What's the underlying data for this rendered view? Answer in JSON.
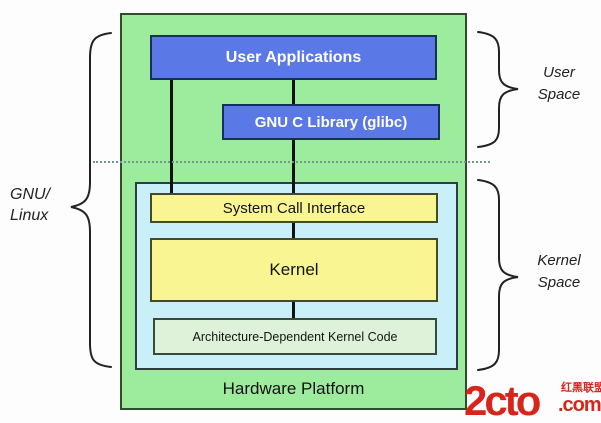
{
  "diagram": {
    "user_applications": "User Applications",
    "glibc": "GNU C Library (glibc)",
    "system_call_interface": "System Call Interface",
    "kernel": "Kernel",
    "arch_dependent_kernel_code": "Architecture-Dependent Kernel Code",
    "hardware_platform": "Hardware Platform",
    "gnu_linux_label": {
      "line1": "GNU/",
      "line2": "Linux"
    },
    "user_space_label": {
      "line1": "User",
      "line2": "Space"
    },
    "kernel_space_label": {
      "line1": "Kernel",
      "line2": "Space"
    },
    "colors": {
      "outer_green": "#9deb9d",
      "blue_box": "#5b79e6",
      "yellow_box": "#f9f592",
      "cyan_container": "#c9eff9",
      "pale_green_box": "#ddf2d9",
      "dotted_separator": "#70998a",
      "connector_black": "#111111",
      "logo_red": "#d8251c"
    }
  },
  "watermark": {
    "brand": "2cto",
    "suffix": ".com",
    "tagline": "红黑联盟"
  }
}
